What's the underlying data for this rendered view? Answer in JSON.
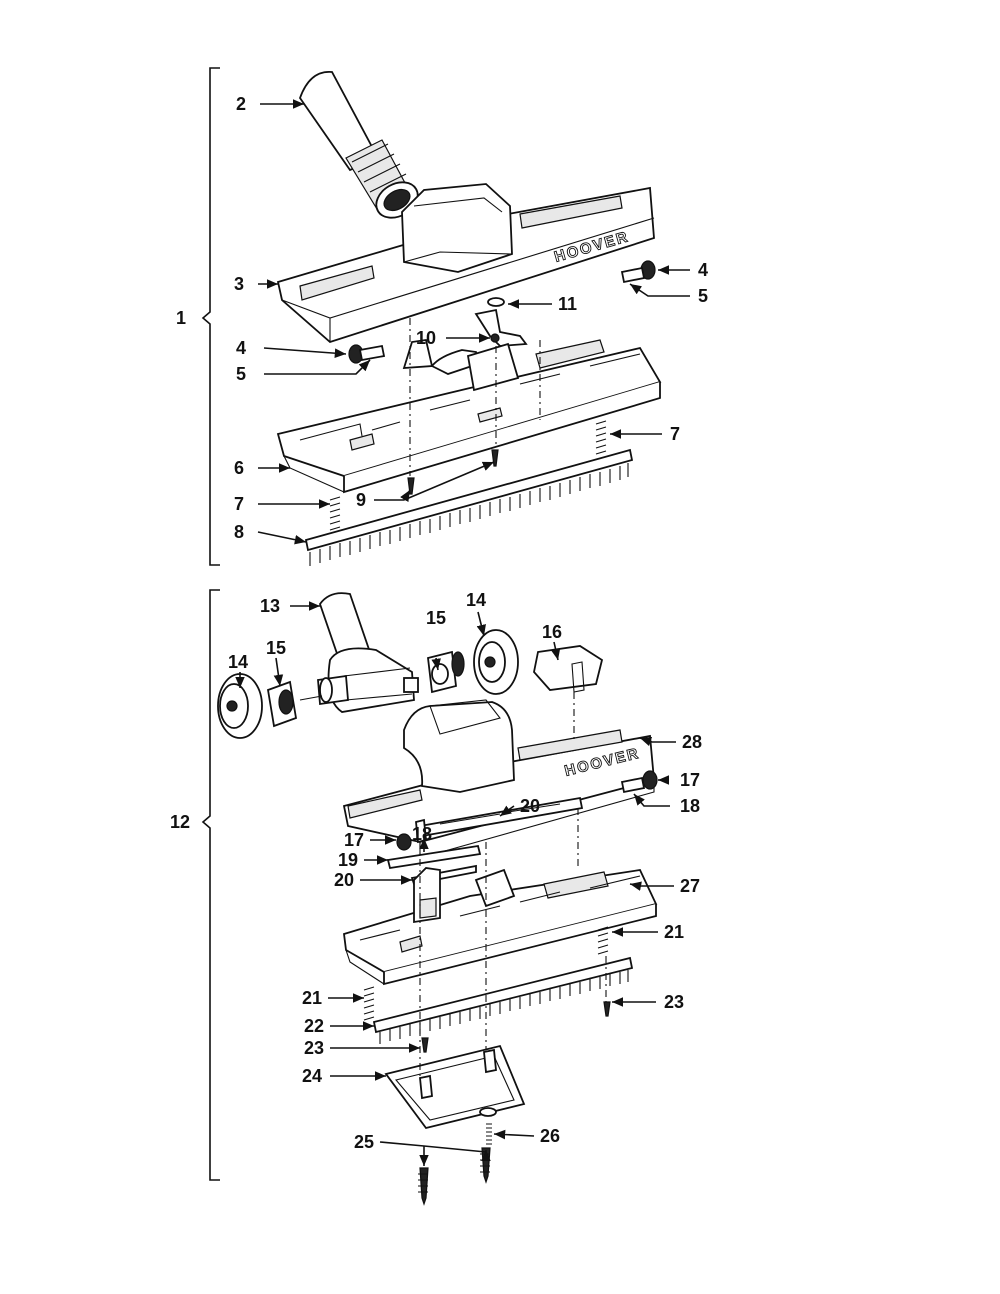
{
  "brand_text": [
    "HOOVER",
    "HOOVER"
  ],
  "callouts": [
    "2",
    "3",
    "4",
    "5",
    "11",
    "10",
    "4",
    "5",
    "1",
    "7",
    "6",
    "9",
    "7",
    "8",
    "13",
    "15",
    "14",
    "16",
    "14",
    "15",
    "28",
    "17",
    "18",
    "18",
    "20",
    "12",
    "17",
    "19",
    "20",
    "27",
    "21",
    "21",
    "23",
    "22",
    "23",
    "24",
    "26",
    "25"
  ]
}
